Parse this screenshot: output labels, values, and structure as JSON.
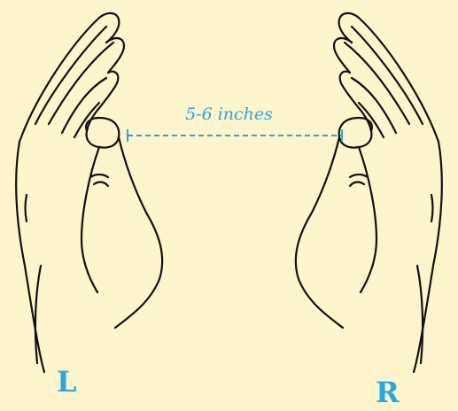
{
  "measurement": {
    "label": "5-6 inches",
    "color": "#2aa6e0"
  },
  "hands": {
    "left_label": "L",
    "right_label": "R"
  },
  "colors": {
    "background": "#fdf5cc",
    "outline": "#111111",
    "accent": "#2aa6e0"
  }
}
